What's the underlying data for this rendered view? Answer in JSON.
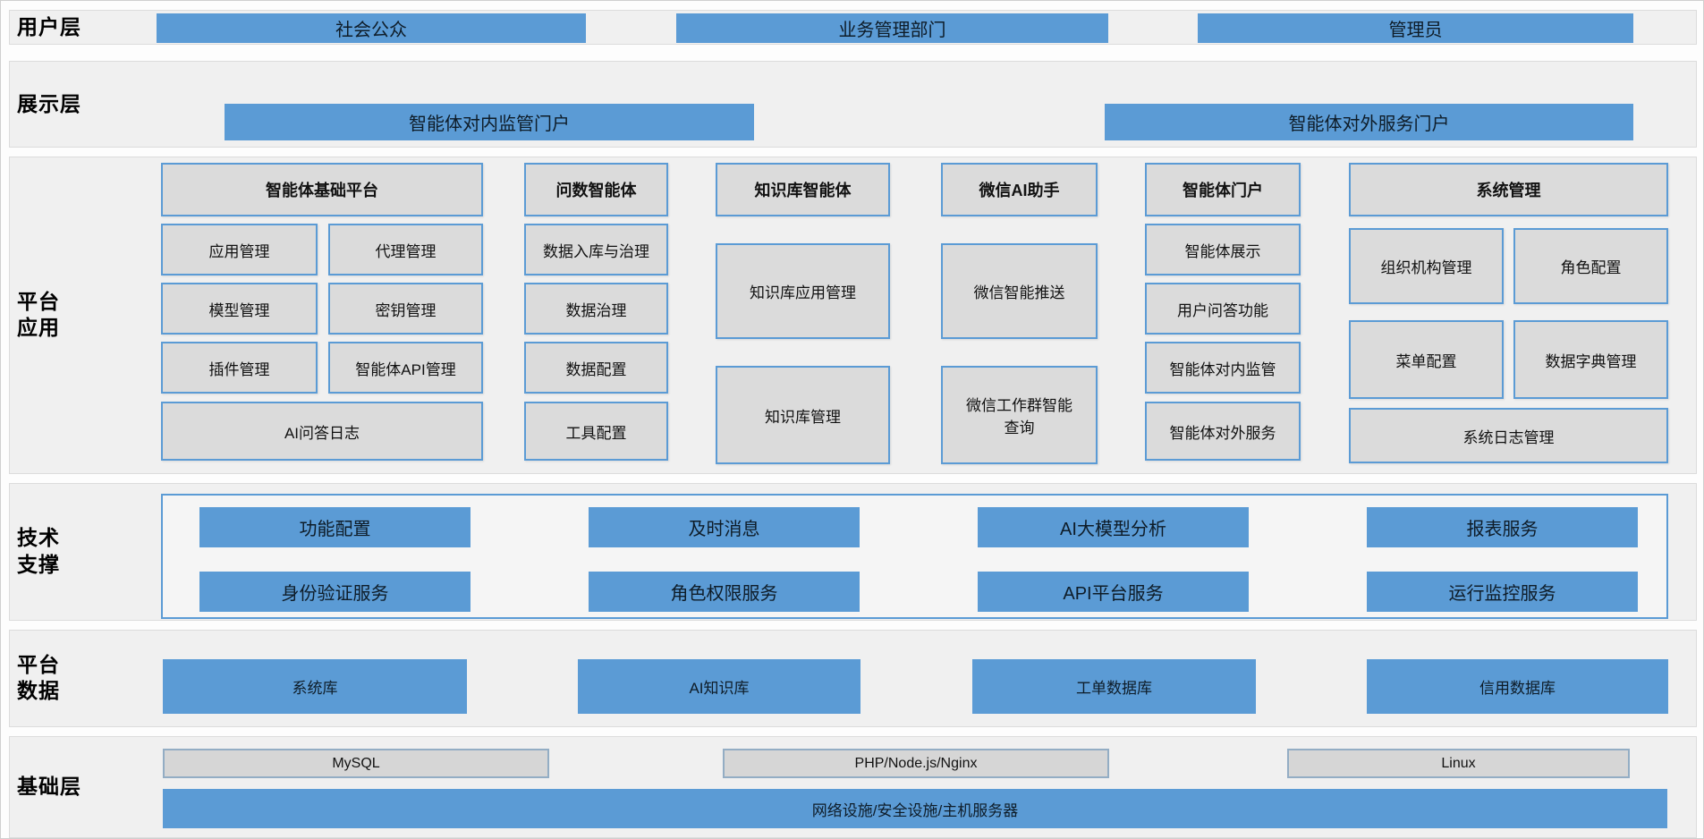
{
  "colors": {
    "accent_blue": "#5b9bd5",
    "box_gray": "#dbdbdb",
    "band_background": "#f0f0f0"
  },
  "user_layer": {
    "label": "用户层",
    "items": [
      "社会公众",
      "业务管理部门",
      "管理员"
    ]
  },
  "display_layer": {
    "label": "展示层",
    "portals": [
      "智能体对内监管门户",
      "智能体对外服务门户"
    ]
  },
  "platform_app_layer": {
    "label": "平台\n应用",
    "base_platform": {
      "header": "智能体基础平台",
      "items": [
        "应用管理",
        "代理管理",
        "模型管理",
        "密钥管理",
        "插件管理",
        "智能体API管理"
      ],
      "footer": "AI问答日志"
    },
    "data_agent": {
      "header": "问数智能体",
      "items": [
        "数据入库与治理",
        "数据治理",
        "数据配置",
        "工具配置"
      ]
    },
    "kb_agent": {
      "header": "知识库智能体",
      "items": [
        "知识库应用管理",
        "知识库管理"
      ]
    },
    "wechat_ai": {
      "header": "微信AI助手",
      "items": [
        "微信智能推送",
        "微信工作群智能\n查询"
      ]
    },
    "agent_portal": {
      "header": "智能体门户",
      "items": [
        "智能体展示",
        "用户问答功能",
        "智能体对内监管",
        "智能体对外服务"
      ]
    },
    "system_mgmt": {
      "header": "系统管理",
      "items": [
        "组织机构管理",
        "角色配置",
        "菜单配置",
        "数据字典管理"
      ],
      "footer": "系统日志管理"
    }
  },
  "tech_support_layer": {
    "label": "技术\n支撑",
    "row1": [
      "功能配置",
      "及时消息",
      "AI大模型分析",
      "报表服务"
    ],
    "row2": [
      "身份验证服务",
      "角色权限服务",
      "API平台服务",
      "运行监控服务"
    ]
  },
  "platform_data_layer": {
    "label": "平台\n数据",
    "items": [
      "系统库",
      "AI知识库",
      "工单数据库",
      "信用数据库"
    ]
  },
  "infrastructure_layer": {
    "label": "基础层",
    "items": [
      "MySQL",
      "PHP/Node.js/Nginx",
      "Linux"
    ],
    "bar": "网络设施/安全设施/主机服务器"
  }
}
